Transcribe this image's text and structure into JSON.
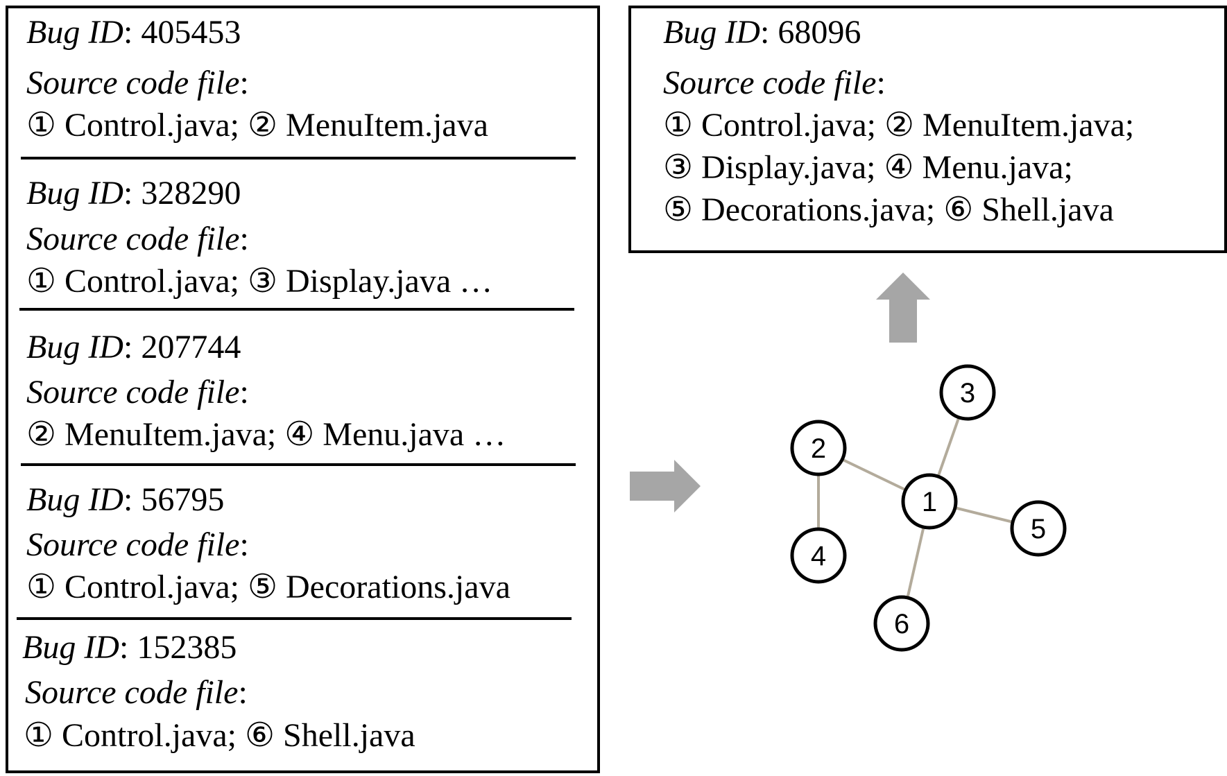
{
  "labels": {
    "bug_id": "Bug ID",
    "colon": ":",
    "source_file": "Source code file"
  },
  "bugs": [
    {
      "id": "405453",
      "files": "① Control.java; ② MenuItem.java"
    },
    {
      "id": "328290",
      "files": "① Control.java; ③ Display.java …"
    },
    {
      "id": "207744",
      "files": "② MenuItem.java; ④ Menu.java …"
    },
    {
      "id": "56795",
      "files": "① Control.java; ⑤ Decorations.java"
    },
    {
      "id": "152385",
      "files": "① Control.java; ⑥ Shell.java"
    }
  ],
  "result": {
    "id": "68096",
    "files": [
      "① Control.java; ② MenuItem.java;",
      "③ Display.java; ④ Menu.java;",
      "⑤ Decorations.java; ⑥ Shell.java"
    ]
  },
  "graph": {
    "nodes": [
      {
        "id": "1",
        "label": "1"
      },
      {
        "id": "2",
        "label": "2"
      },
      {
        "id": "3",
        "label": "3"
      },
      {
        "id": "4",
        "label": "4"
      },
      {
        "id": "5",
        "label": "5"
      },
      {
        "id": "6",
        "label": "6"
      }
    ],
    "edges": [
      [
        "1",
        "2"
      ],
      [
        "1",
        "3"
      ],
      [
        "1",
        "5"
      ],
      [
        "1",
        "6"
      ],
      [
        "2",
        "4"
      ]
    ]
  },
  "colors": {
    "arrow": "#a6a6a6",
    "edge": "#b3ab9b",
    "border": "#000000"
  }
}
